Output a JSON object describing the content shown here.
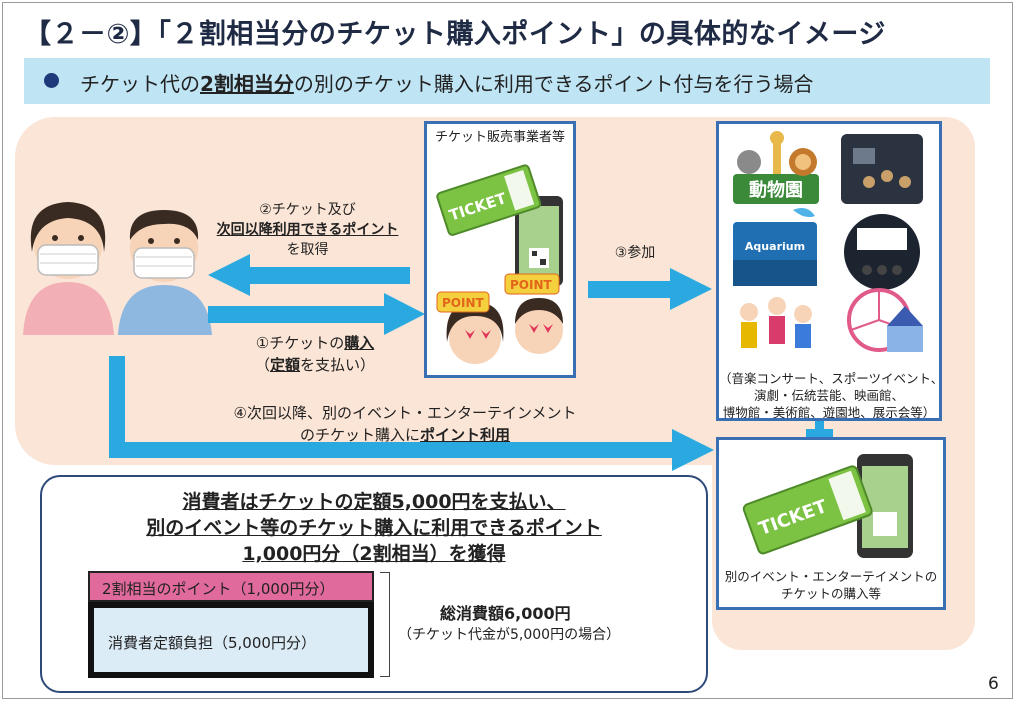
{
  "title": "【２－②】「２割相当分のチケット購入ポイント」の具体的なイメージ",
  "subtitle": {
    "pre": "チケット代の",
    "emph": "2割相当分",
    "post": "の別のチケット購入に利用できるポイント付与を行う場合"
  },
  "vendor_box": {
    "title": "チケット販売事業者等",
    "ticket_text": "TICKET",
    "point_text": "POINT"
  },
  "step2": {
    "line1": "②チケット及び",
    "line2": "次回以降利用できるポイント",
    "line3": "を取得"
  },
  "step1": {
    "line1_pre": "①チケットの",
    "line1_emph": "購入",
    "line2_pre": "（",
    "line2_emph": "定額",
    "line2_post": "を支払い）"
  },
  "step3": {
    "label": "③参加"
  },
  "step4": {
    "line1": "④次回以降、別のイベント・エンターテインメント",
    "line2_pre": "のチケット購入に",
    "line2_emph": "ポイント利用"
  },
  "events_box": {
    "zoo": "動物園",
    "aquarium": "Aquarium",
    "caption1": "（音楽コンサート、スポーツイベント、",
    "caption2": "演劇・伝統芸能、映画館、",
    "caption3": "博物館・美術館、遊園地、展示会等）"
  },
  "next_box": {
    "ticket_text": "TICKET",
    "caption1": "別のイベント・エンターテイメントの",
    "caption2": "チケットの購入等"
  },
  "summary": {
    "line1": "消費者はチケットの定額5,000円を支払い、",
    "line2": "別のイベント等のチケット購入に利用できるポイント",
    "line3": "1,000円分（2割相当）を獲得"
  },
  "point_bar": {
    "label": "2割相当のポイント（1,000円分）"
  },
  "consumer_bar": {
    "label": "消費者定額負担（5,000円分）"
  },
  "total": {
    "line1": "総消費額6,000円",
    "line2": "（チケット代金が5,000円の場合）"
  },
  "page_number": "6",
  "colors": {
    "arrow": "#29a9e0",
    "box_border": "#3b6fb3",
    "peach": "#fbe5d6",
    "subbar": "#bfe4f4",
    "pink": "#e06a9c",
    "ticket_green": "#7cc243"
  },
  "icons": [
    "person-woman-mask-icon",
    "person-man-mask-icon",
    "ticket-icon",
    "smartphone-icon",
    "point-woman-icon",
    "point-man-icon",
    "zoo-icon",
    "theater-icon",
    "aquarium-icon",
    "cinema-icon",
    "sports-icon",
    "amusement-park-icon"
  ]
}
